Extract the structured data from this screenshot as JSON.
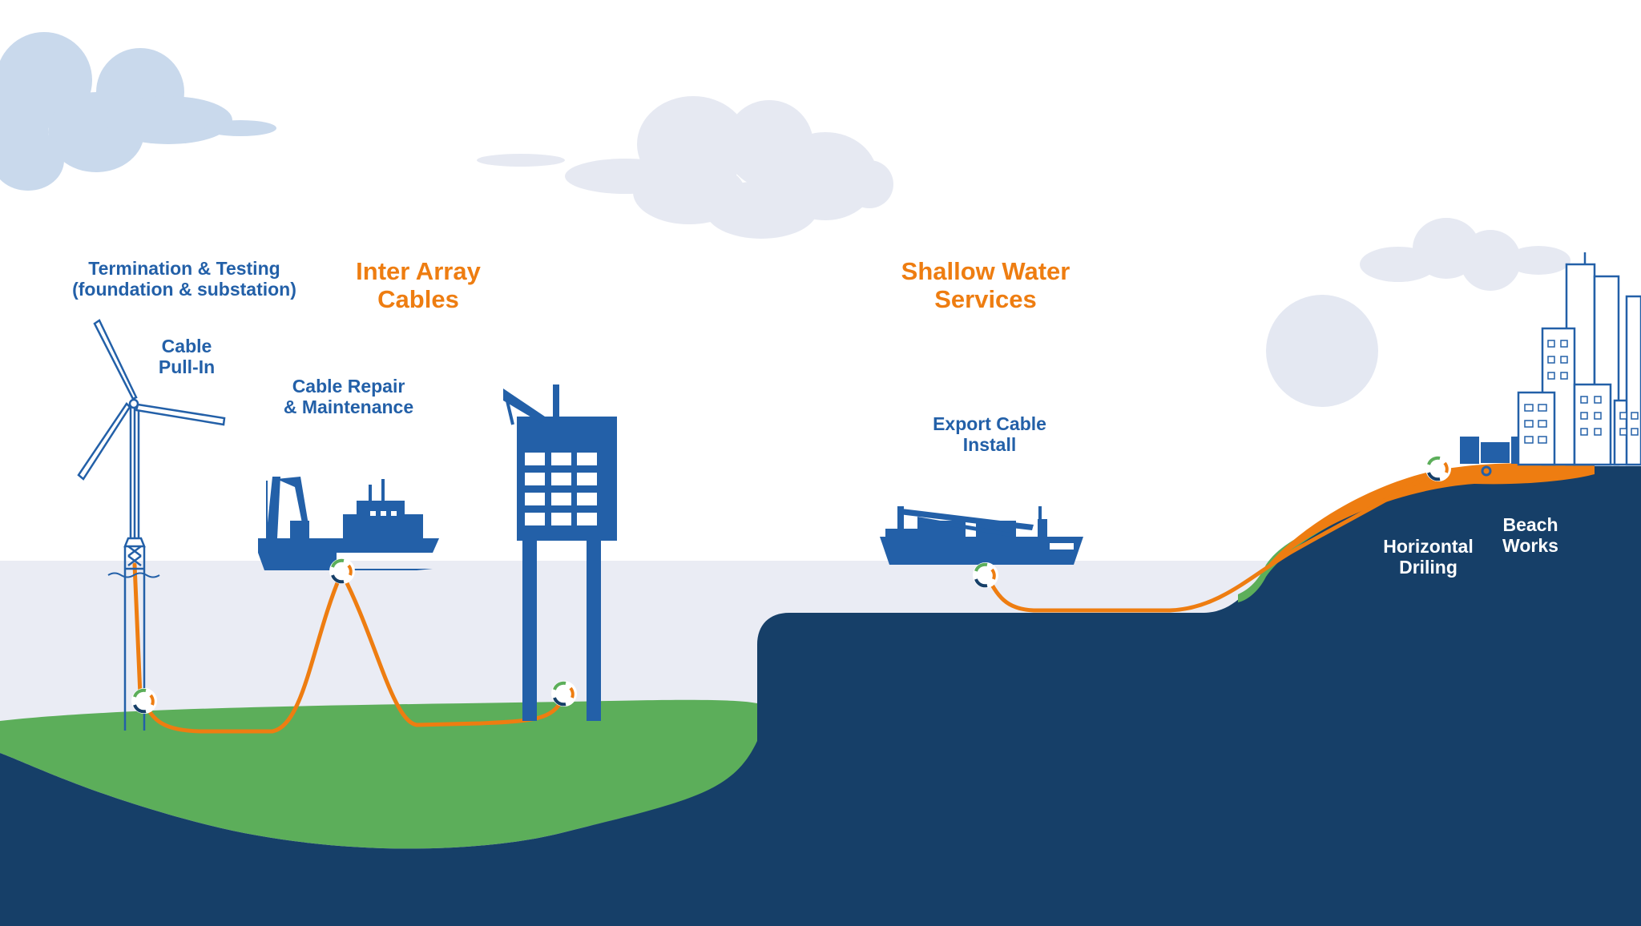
{
  "labels": {
    "termination": {
      "line1": "Termination & Testing",
      "line2": "(foundation & substation)"
    },
    "pull_in": {
      "line1": "Cable",
      "line2": "Pull-In"
    },
    "inter_array": {
      "line1": "Inter Array",
      "line2": "Cables"
    },
    "repair": {
      "line1": "Cable Repair",
      "line2": "& Maintenance"
    },
    "shallow_water": {
      "line1": "Shallow Water",
      "line2": "Services"
    },
    "export_install": {
      "line1": "Export Cable",
      "line2": "Install"
    },
    "horizontal_drilling": {
      "line1": "Horizontal",
      "line2": "Driling"
    },
    "beach_works": {
      "line1": "Beach",
      "line2": "Works"
    }
  },
  "colors": {
    "cable": "#ee7d11",
    "seabed_green": "#5cae5a",
    "seabed_navy": "#163f68",
    "structure_blue": "#2360a8",
    "sea": "#eaecf4",
    "cloud_blue": "#c9d9ec",
    "cloud_grey": "#e6e9f2",
    "sun": "#e4e8f2"
  },
  "icons": [
    "wind-turbine",
    "cable-vessel",
    "offshore-platform",
    "cable-lay-vessel",
    "drilling-rig",
    "city-skyline",
    "cable-joint-marker"
  ]
}
